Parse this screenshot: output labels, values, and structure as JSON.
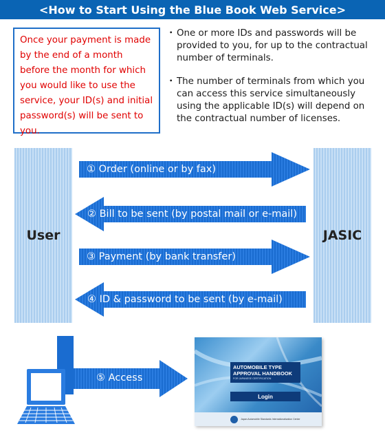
{
  "title": "<How to Start Using the Blue Book Web Service>",
  "notice": "Once your payment is made by the end of a month before the month for which you would like to use the service, your ID(s) and initial password(s) will be sent to you.",
  "bullets": [
    "One or more IDs and passwords will be provided to you, for up to the contractual number of terminals.",
    "The number of terminals from which you can access this service simultaneously using the applicable ID(s) will depend on the contractual number of licenses."
  ],
  "bullet_mark": "・",
  "parties": {
    "user": "User",
    "jasic": "JASIC"
  },
  "steps": [
    {
      "label": "① Order  (online or by fax)",
      "direction": "right"
    },
    {
      "label": "② Bill to be sent (by postal mail or e-mail)",
      "direction": "left"
    },
    {
      "label": "③ Payment (by bank transfer)",
      "direction": "right"
    },
    {
      "label": "④ ID & password to be sent (by e-mail)",
      "direction": "left"
    }
  ],
  "access": "⑤ Access",
  "screenshot": {
    "title": "AUTOMOBILE TYPE APPROVAL HANDBOOK",
    "subtitle": "FOR JAPANESE CERTIFICATION",
    "login": "Login",
    "footer": "Japan Automobile Standards Internationalization Center"
  },
  "colors": {
    "title_bar": "#0a64b4",
    "arrow_blue": "#1a6cd0",
    "notice_text": "#e00000",
    "party_box": "#c8e0f6"
  }
}
